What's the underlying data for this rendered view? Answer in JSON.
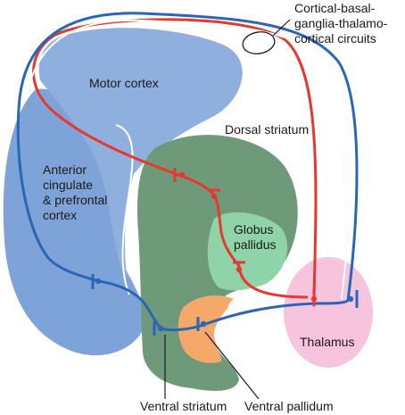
{
  "labels": {
    "motor_cortex": "Motor cortex",
    "anterior_cingulate_line1": "Anterior",
    "anterior_cingulate_line2": "cingulate",
    "anterior_cingulate_line3": "& prefrontal",
    "anterior_cingulate_line4": "cortex",
    "dorsal_striatum": "Dorsal striatum",
    "globus_pallidus_line1": "Globus",
    "globus_pallidus_line2": "pallidus",
    "thalamus": "Thalamus",
    "ventral_striatum": "Ventral striatum",
    "ventral_pallidum": "Ventral pallidum",
    "circuits_line1": "Cortical-basal-",
    "circuits_line2": "ganglia-thalamo-",
    "circuits_line3": "cortical circuits"
  },
  "colors": {
    "cortex_blue": "#8fb0de",
    "cortex_blue_dark": "#7d9fd2",
    "striatum_green": "#6e9a7a",
    "pallidus_green": "#8fd4a8",
    "ventral_pallidum_orange": "#f4a86a",
    "thalamus_pink": "#f6c4dc",
    "circuit_red": "#e8372c",
    "circuit_blue": "#2a66b8"
  }
}
